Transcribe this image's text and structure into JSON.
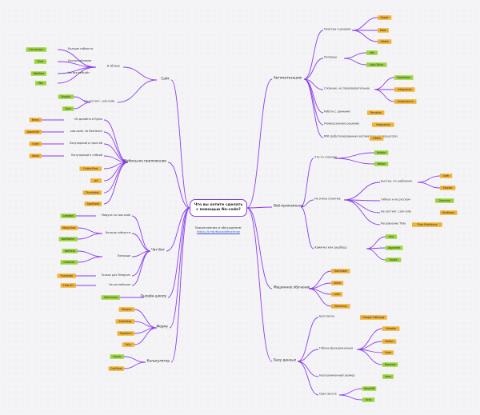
{
  "center": {
    "title": "Что вы хотите сделать с помощью No-code?"
  },
  "note": {
    "text": "Предложения и обсуждение:",
    "link": "https://t.me/NocodeRecense"
  },
  "colors": {
    "edge": "#8a3df0",
    "tag_orange": "#f2b233",
    "tag_green": "#9bd53b"
  },
  "branches": {
    "sites": {
      "label": "Сайт",
      "items": [
        {
          "label": "В облаке",
          "items": [
            {
              "label": "Больше гибкости",
              "tag": "Convertzon",
              "color": "green"
            },
            {
              "label": "Для дизайнеров",
              "tag": "Tilda",
              "color": "green"
            },
            {
              "label": "На все вебсайт",
              "tag": "Webflow",
              "color": "green"
            },
            {
              "label": "",
              "tag": "Wix",
              "color": "green"
            }
          ]
        },
        {
          "label": "На хостинг, Low-code",
          "items": [
            {
              "label": "",
              "tag": "Shopify",
              "color": "green"
            },
            {
              "label": "",
              "tag": "Zyro",
              "color": "green"
            }
          ]
        }
      ]
    },
    "mobile": {
      "label": "Мобильное приложение",
      "items": [
        {
          "label": "Из дизайна в Figma",
          "tag": "Bravo",
          "color": "orange"
        },
        {
          "label": "Low-code, по Bectlence",
          "tag": "Appsmith",
          "color": "orange"
        },
        {
          "label": "Популярный и простой",
          "tag": "Glide",
          "color": "orange"
        },
        {
          "label": "Популярный и гибкий",
          "tag": "Adalo",
          "color": "orange"
        },
        {
          "label": "",
          "tag": "FlutterFlow",
          "color": "orange"
        },
        {
          "label": "",
          "tag": "Jet",
          "color": "orange"
        },
        {
          "label": "",
          "tag": "Thunkable",
          "color": "orange"
        },
        {
          "label": "",
          "tag": "AppSheet",
          "color": "orange"
        }
      ]
    },
    "chatbot": {
      "label": "Чат-бот",
      "items": [
        {
          "label": "Модуль по Low-code",
          "tag": "Leadbot",
          "color": "green"
        },
        {
          "label": "Больше гибкости",
          "tag": "ManyChat",
          "color": "orange",
          "tag2": "BotMother",
          "color2": "green"
        },
        {
          "label": "Попроще",
          "tag": "BotHelp",
          "color": "green",
          "tag2": "ChatFuel",
          "color2": "green"
        },
        {
          "label": "Только для Telegram",
          "tag": "Puzzlebot",
          "color": "orange"
        },
        {
          "label": "На английском",
          "tag": "Flow XO",
          "color": "orange"
        }
      ]
    },
    "online_school": {
      "label": "Онлайн-школу",
      "tag": "GetCourse",
      "color": "green"
    },
    "forms": {
      "label": "Форму",
      "items": [
        {
          "tag": "Marquiz",
          "color": "orange"
        },
        {
          "tag": "Anketolog",
          "color": "orange"
        },
        {
          "tag": "Typeform",
          "color": "orange"
        },
        {
          "tag": "Tally",
          "color": "orange"
        }
      ]
    },
    "calc": {
      "label": "Калькулятор",
      "items": [
        {
          "tag": "Uscalc",
          "color": "green"
        },
        {
          "tag": "OutGrow",
          "color": "orange"
        }
      ]
    },
    "automation": {
      "label": "Автоматизацию",
      "items": [
        {
          "label": "Простые сценарии",
          "items": [
            {
              "tag": "Zapier",
              "color": "orange"
            },
            {
              "tag": "Make",
              "color": "orange"
            },
            {
              "tag": "Albato",
              "color": "orange"
            }
          ]
        },
        {
          "label": "Попроще",
          "items": [
            {
              "tag": "n8n",
              "color": "green"
            },
            {
              "tag": "Apix-Drive",
              "color": "green"
            }
          ]
        },
        {
          "label": "Сложнее, но производительнее",
          "items": [
            {
              "tag": "Pipedream",
              "color": "green"
            },
            {
              "tag": "Integromat",
              "color": "orange"
            },
            {
              "tag": "Automate.io",
              "color": "orange"
            }
          ]
        },
        {
          "label": "Работа с данными",
          "tag": "Parabola",
          "color": "orange"
        },
        {
          "label": "Универсальное решение",
          "tag": "Integrately",
          "color": "orange"
        },
        {
          "label": "RPA (роботизированная автоматизация процессов)",
          "tag": "UiPath",
          "color": "orange"
        }
      ]
    },
    "webapp": {
      "label": "Веб-приложение",
      "items": [
        {
          "label": "Что-то сложное",
          "items": [
            {
              "tag": "Bubble",
              "color": "green"
            },
            {
              "tag": "Retool",
              "color": "green"
            }
          ]
        },
        {
          "label": "Не очень сложное",
          "items": [
            {
              "label": "Быстро, по шаблонам",
              "items": [
                {
                  "tag": "Softr",
                  "color": "orange"
                },
                {
                  "tag": "Stacker",
                  "color": "orange"
                }
              ]
            },
            {
              "label": "Гибкое и на русском",
              "tag": "Directual",
              "color": "green"
            },
            {
              "label": "На хостинг, Low-code",
              "tag": "Budibase",
              "color": "orange"
            },
            {
              "label": "Расширение Тildа",
              "tag": "Tilda Publishing",
              "color": "orange"
            }
          ]
        },
        {
          "label": "Админку или дашборд",
          "items": [
            {
              "tag": "Avo",
              "color": "green"
            },
            {
              "tag": "Appsmith",
              "color": "green"
            },
            {
              "tag": "Toolkit",
              "color": "green"
            }
          ]
        }
      ]
    },
    "ml": {
      "label": "Машинное обучение",
      "items": [
        {
          "tag": "Teachable",
          "color": "orange"
        },
        {
          "tag": "Akkio",
          "color": "orange"
        },
        {
          "tag": "Lobe",
          "color": "orange"
        },
        {
          "tag": "Obviously",
          "color": "orange"
        }
      ]
    },
    "database": {
      "label": "Базу данных",
      "items": [
        {
          "label": "Бесплатно",
          "tag": "Google Таблицы",
          "color": "orange"
        },
        {
          "label": "Гибкое функционально",
          "items": [
            {
              "tag": "Airtable",
              "color": "orange"
            },
            {
              "tag": "Notion",
              "color": "orange"
            },
            {
              "tag": "Coda",
              "color": "orange"
            },
            {
              "tag": "Baserow",
              "color": "green"
            }
          ]
        },
        {
          "label": "Неограниченный размер",
          "tag": "Xano",
          "color": "green"
        },
        {
          "label": "Open Source",
          "items": [
            {
              "tag": "NocoDB",
              "color": "green"
            },
            {
              "tag": "Grist",
              "color": "green"
            }
          ]
        }
      ]
    }
  }
}
